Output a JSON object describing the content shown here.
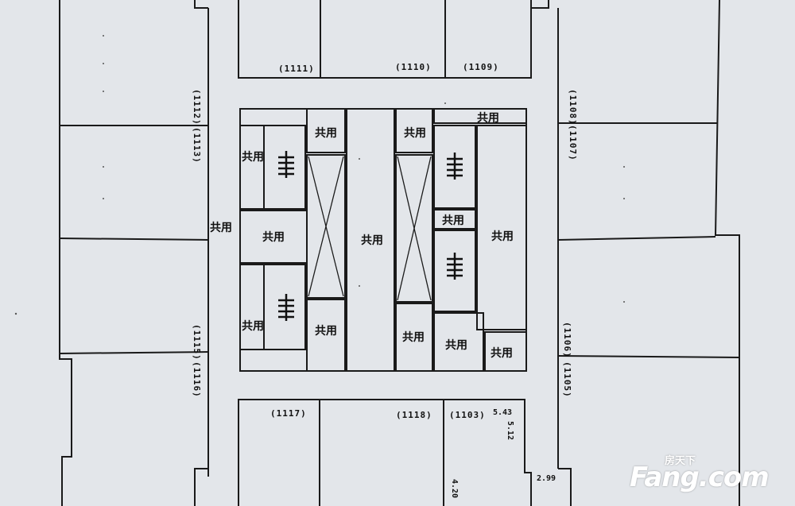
{
  "rooms": {
    "r1111": "(1111)",
    "r1110": "(1110)",
    "r1109": "(1109)",
    "r1112": "(1112)",
    "r1113": "(1113)",
    "r1108": "(1108)",
    "r1107": "(1107)",
    "r1115": "(1115)",
    "r1116": "(1116)",
    "r1106": "(1106)",
    "r1105": "(1105)",
    "r1117": "(1117)",
    "r1118": "(1118)",
    "r1103": "(1103)"
  },
  "shared_label": "共用",
  "dimensions": {
    "d1": "5.43",
    "d2": "5.12",
    "d3": "2.99",
    "d4": "4.20"
  },
  "watermark": {
    "main": "Fang.com",
    "sub": "房天下"
  },
  "colors": {
    "paper": "#e3e6ea",
    "line": "#1a1a1a"
  }
}
